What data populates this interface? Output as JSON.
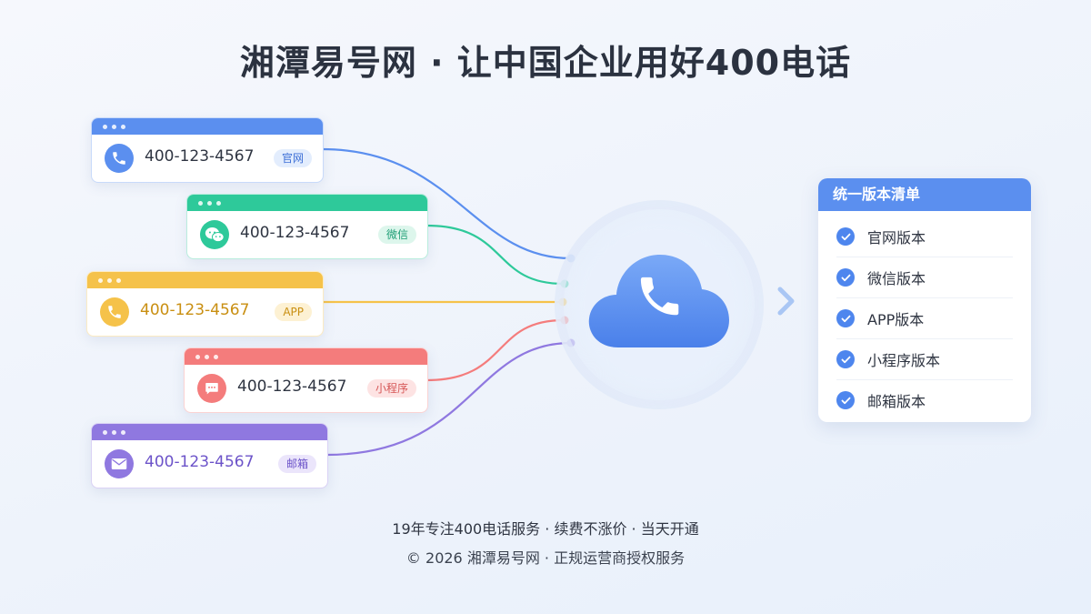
{
  "title": "湘潭易号网 · 让中国企业用好400电话",
  "colors": {
    "blue": "#5b8fef",
    "green": "#2ec99a",
    "yellow": "#f5c24a",
    "red": "#f47c7c",
    "purple": "#8f78e0"
  },
  "channels": [
    {
      "phone": "400-123-4567",
      "tag": "官网",
      "icon": "phone-icon",
      "color": "#5b8fef",
      "tag_bg": "#e3edfd",
      "tag_fg": "#3d6fd6",
      "text_color": "#2f3542"
    },
    {
      "phone": "400-123-4567",
      "tag": "微信",
      "icon": "wechat-icon",
      "color": "#2ec99a",
      "tag_bg": "#ddf6ec",
      "tag_fg": "#1f9f76",
      "text_color": "#2f3542"
    },
    {
      "phone": "400-123-4567",
      "tag": "APP",
      "icon": "phone-icon",
      "color": "#f5c24a",
      "tag_bg": "#fdf1d3",
      "tag_fg": "#c98f12",
      "text_color": "#c98f12"
    },
    {
      "phone": "400-123-4567",
      "tag": "小程序",
      "icon": "chat-bubble-icon",
      "color": "#f47c7c",
      "tag_bg": "#fde3e3",
      "tag_fg": "#d65757",
      "text_color": "#2f3542"
    },
    {
      "phone": "400-123-4567",
      "tag": "邮箱",
      "icon": "mail-icon",
      "color": "#8f78e0",
      "tag_bg": "#ebe5fb",
      "tag_fg": "#6c53c9",
      "text_color": "#6c53c9"
    }
  ],
  "center": {
    "icon": "cloud-phone-icon"
  },
  "panel": {
    "title": "统一版本清单",
    "items": [
      {
        "label": "官网版本",
        "icon": "check-icon"
      },
      {
        "label": "微信版本",
        "icon": "check-icon"
      },
      {
        "label": "APP版本",
        "icon": "check-icon"
      },
      {
        "label": "小程序版本",
        "icon": "check-icon"
      },
      {
        "label": "邮箱版本",
        "icon": "check-icon"
      }
    ]
  },
  "footer": {
    "line1": "19年专注400电话服务 · 续费不涨价 · 当天开通",
    "line2": "© 2026 湘潭易号网 · 正规运营商授权服务"
  }
}
